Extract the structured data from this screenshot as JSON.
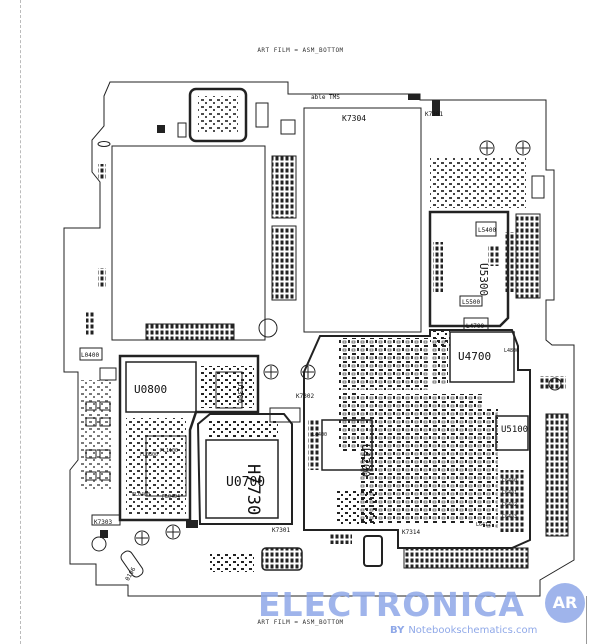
{
  "header": {
    "title_top": "ART FILM = ASM_BOTTOM",
    "title_bottom": "ART FILM = ASM_BOTTOM"
  },
  "labels": {
    "able_tms": "able TMS",
    "k7304": "K7304",
    "k7301_top": "K7301",
    "l5400": "L5400",
    "u5300": "U5300",
    "l5500": "L5500",
    "l4700": "L4700",
    "u4700": "U4700",
    "k7302": "K7302",
    "l0400": "L0400",
    "u0800": "U0800",
    "u1300": "U1300",
    "fl0800": "FL0800",
    "fl1100": "FL1100",
    "fl0400": "FL0400",
    "fl0404": "FL0404",
    "u0700": "U0700",
    "h7730": "H7730",
    "u4200": "U4200",
    "l4400": "L4400",
    "u5100": "U5100",
    "k7303": "K7303",
    "k7301_bottom": "K7301",
    "k7314": "K7314",
    "l6412": "L6412",
    "c6440": "C6440",
    "c6441": "C6441",
    "c6442": "C6442",
    "c6443": "C6443",
    "ac0106": "0106",
    "l4806": "L4806"
  },
  "watermark": {
    "brand": "ELECTRONICA",
    "badge": "AR",
    "by": "BY",
    "site": "Notebookschematics.com"
  },
  "colors": {
    "ink": "#1a1a1a",
    "watermark": "#8fa8e8"
  }
}
